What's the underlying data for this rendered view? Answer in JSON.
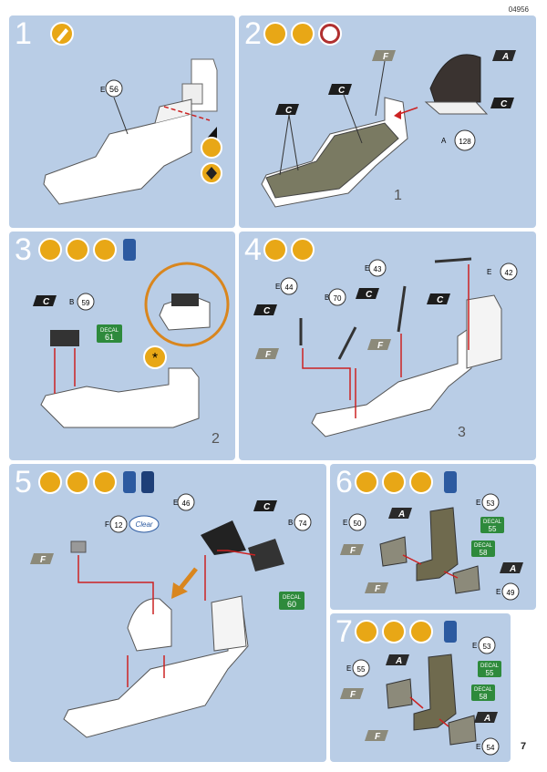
{
  "doc_number": "04956",
  "page_number": "7",
  "steps": [
    {
      "number": "1",
      "parts": [
        {
          "prefix": "E",
          "num": "56"
        }
      ]
    },
    {
      "number": "2",
      "parts": [
        {
          "prefix": "A",
          "num": "128"
        }
      ],
      "colors": [
        "F",
        "C",
        "C",
        "A",
        "C"
      ],
      "sub": "1"
    },
    {
      "number": "3",
      "parts": [
        {
          "prefix": "B",
          "num": "59"
        }
      ],
      "colors": [
        "C"
      ],
      "decals": [
        "61"
      ],
      "sub": "2"
    },
    {
      "number": "4",
      "parts": [
        {
          "prefix": "E",
          "num": "44"
        },
        {
          "prefix": "B",
          "num": "70"
        },
        {
          "prefix": "E",
          "num": "43"
        },
        {
          "prefix": "E",
          "num": "42"
        }
      ],
      "colors": [
        "C",
        "F",
        "C",
        "F",
        "C"
      ],
      "sub": "3"
    },
    {
      "number": "5",
      "parts": [
        {
          "prefix": "F",
          "num": "12"
        },
        {
          "prefix": "E",
          "num": "46"
        },
        {
          "prefix": "B",
          "num": "74"
        }
      ],
      "colors": [
        "F",
        "C"
      ],
      "decals": [
        "60"
      ],
      "clear": "Clear"
    },
    {
      "number": "6",
      "parts": [
        {
          "prefix": "E",
          "num": "53"
        },
        {
          "prefix": "E",
          "num": "50"
        },
        {
          "prefix": "E",
          "num": "49"
        }
      ],
      "colors": [
        "A",
        "F",
        "A",
        "F"
      ],
      "decals": [
        "55",
        "58"
      ]
    },
    {
      "number": "7",
      "parts": [
        {
          "prefix": "E",
          "num": "53"
        },
        {
          "prefix": "E",
          "num": "55"
        },
        {
          "prefix": "E",
          "num": "54"
        }
      ],
      "colors": [
        "A",
        "F",
        "A",
        "F"
      ],
      "decals": [
        "55",
        "58"
      ]
    }
  ],
  "decal_label": "DECAL",
  "colors": {
    "panel": "#b9cde6",
    "C": "#1d1d1d",
    "F": "#8c8a7a",
    "A": "#2a2a2a",
    "decal": "#2e8a3c",
    "icon": "#e8a716",
    "highlight": "#d9861e"
  }
}
